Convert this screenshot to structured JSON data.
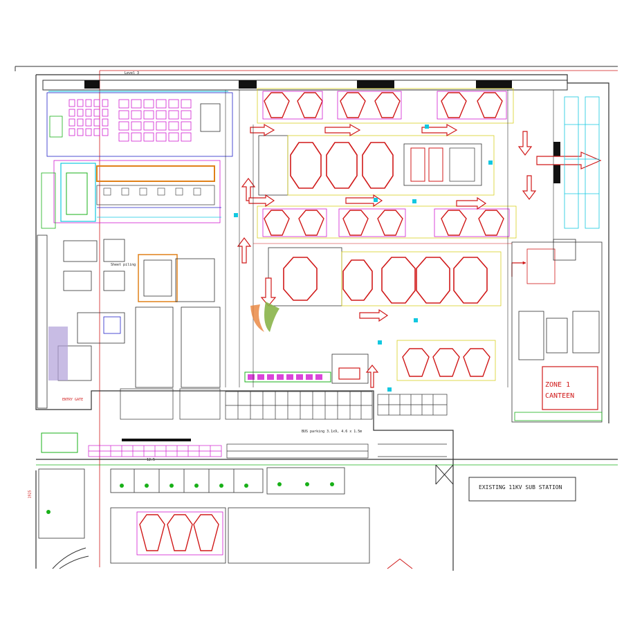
{
  "drawing": {
    "labels": {
      "existing_substation": "EXISTING 11KV SUB STATION",
      "zone_canteen_line1": "ZONE 1",
      "zone_canteen_line2": "CANTEEN",
      "top_header": "Level 3",
      "sheet_piling": "Sheet piling",
      "gate_label": "ENTRY GATE",
      "parking_note": "BUS parking 3.1x9, 4.6 x 1.5m",
      "grid_ref": "12.5",
      "side_ref": "1925"
    },
    "colors": {
      "background": "#ffffff",
      "boundary": "#d01818",
      "linework": "#303030",
      "cad_magenta": "#d01ad0",
      "cad_cyan": "#12c8e0",
      "cad_green": "#18b018",
      "cad_yellow": "#d8d020",
      "cad_orange": "#e08018",
      "cad_blue": "#2020c8",
      "logo_green": "#8ab44a",
      "logo_orange": "#e8823a"
    },
    "logo": {
      "icon": "v-leaf-logo-icon"
    }
  }
}
